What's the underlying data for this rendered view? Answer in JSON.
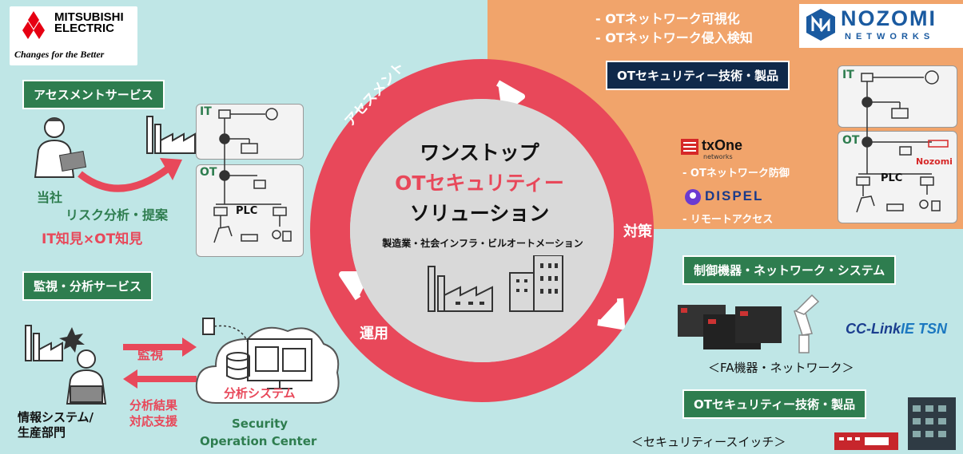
{
  "logo": {
    "line1": "MITSUBISHI",
    "line2": "ELECTRIC",
    "tagline": "Changes for the Better"
  },
  "nozomi": {
    "name": "NOZOMI",
    "sub": "NETWORKS",
    "bullets": [
      "- OTネットワーク可視化",
      "- OTネットワーク侵入検知"
    ]
  },
  "center": {
    "line1": "ワンストップ",
    "line2": "OTセキュリティー",
    "line3": "ソリューション",
    "sub": "製造業・社会インフラ・ビルオートメーション"
  },
  "ring": {
    "assessment": "アセスメント",
    "countermeasure": "対策",
    "operation": "運用"
  },
  "assessment_service": {
    "title": "アセスメントサービス",
    "company": "当社",
    "risk": "リスク分析・提案",
    "knowledge": "IT知見×OT知見"
  },
  "monitoring_service": {
    "title": "監視・分析サービス",
    "monitor": "監視",
    "result": "分析結果\n対応支援",
    "analysis_system": "分析システム",
    "soc1": "Security",
    "soc2": "Operation Center",
    "dept": "情報システム/\n生産部門"
  },
  "ot_security": {
    "title": "OTセキュリティー技術・製品",
    "txone": "txOne",
    "txone_sub": "networks",
    "txone_desc": "- OTネットワーク防御",
    "dispel": "DISPEL",
    "dispel_desc": "- リモートアクセス"
  },
  "control": {
    "title": "制御機器・ネットワーク・システム",
    "cclink1": "CC-Link",
    "cclink2": "IE",
    "cclink3": "TSN",
    "fa_caption": "＜FA機器・ネットワーク＞"
  },
  "ot_security2": {
    "title": "OTセキュリティー技術・製品",
    "switch_caption": "＜セキュリティースイッチ＞"
  },
  "network_labels": {
    "it": "IT",
    "ot": "OT",
    "plc": "PLC",
    "nozomi_small": "Nozomi"
  },
  "colors": {
    "teal_bg": "#bfe6e6",
    "orange_bg": "#f1a46b",
    "ring_red": "#e8485a",
    "green": "#2e7d4f",
    "navy": "#10294a"
  }
}
